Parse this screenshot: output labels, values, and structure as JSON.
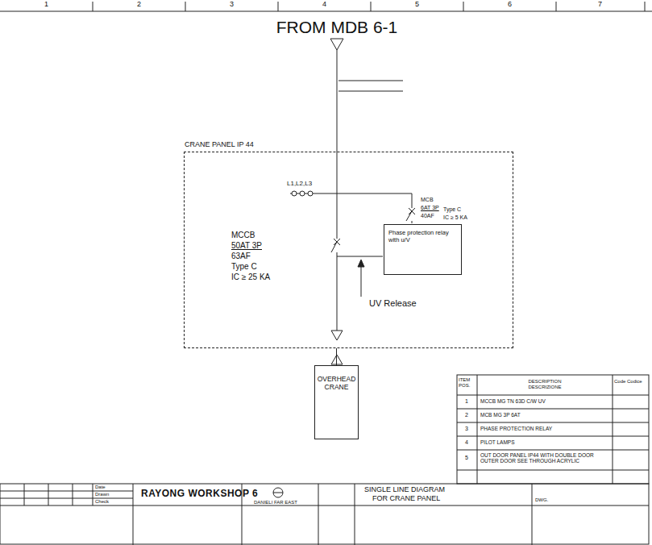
{
  "diagram": {
    "nodes": [
      {
        "text": [
          "CRANE PANEL IP 44"
        ]
      },
      {
        "text": [
          "Phase protection relay with u/V"
        ],
        "in": 0
      },
      {
        "text": [
          "OVERHEAD CRANE"
        ]
      }
    ],
    "edges": [
      {
        "from": 0,
        "to": 2,
        "arrow": "none"
      }
    ],
    "labels": [
      "1",
      "2",
      "3",
      "4",
      "5",
      "6",
      "7",
      "FROM MDB 6-1",
      "L1,L2,L3",
      "MCB",
      "6AT 3P",
      "40AF",
      "Type C",
      "IC ≥ 5 KA",
      "MCCB",
      "50AT 3P",
      "63AF",
      "Type C",
      "IC ≥ 25 KA",
      "UV Release",
      "ITEM POS.",
      "DESCRIPTION DESCRIZIONE",
      "Code Codice",
      "1",
      "MCCB MG TN 63D C/W UV",
      "2",
      "MCB MG 3P 6AT",
      "3",
      "PHASE PROTECTION RELAY",
      "4",
      "PILOT LAMPS",
      "5",
      "OUT DOOR PANEL IP44 WITH DOUBLE DOOR OUTER DOOR SEE THROUGH ACRYLIC",
      "Date",
      "Drawn",
      "Check",
      "RAYONG WORKSHOP 6",
      "DANIELI FAR EAST",
      "SINGLE LINE DIAGRAM",
      "FOR CRANE PANEL",
      "DWG."
    ]
  }
}
